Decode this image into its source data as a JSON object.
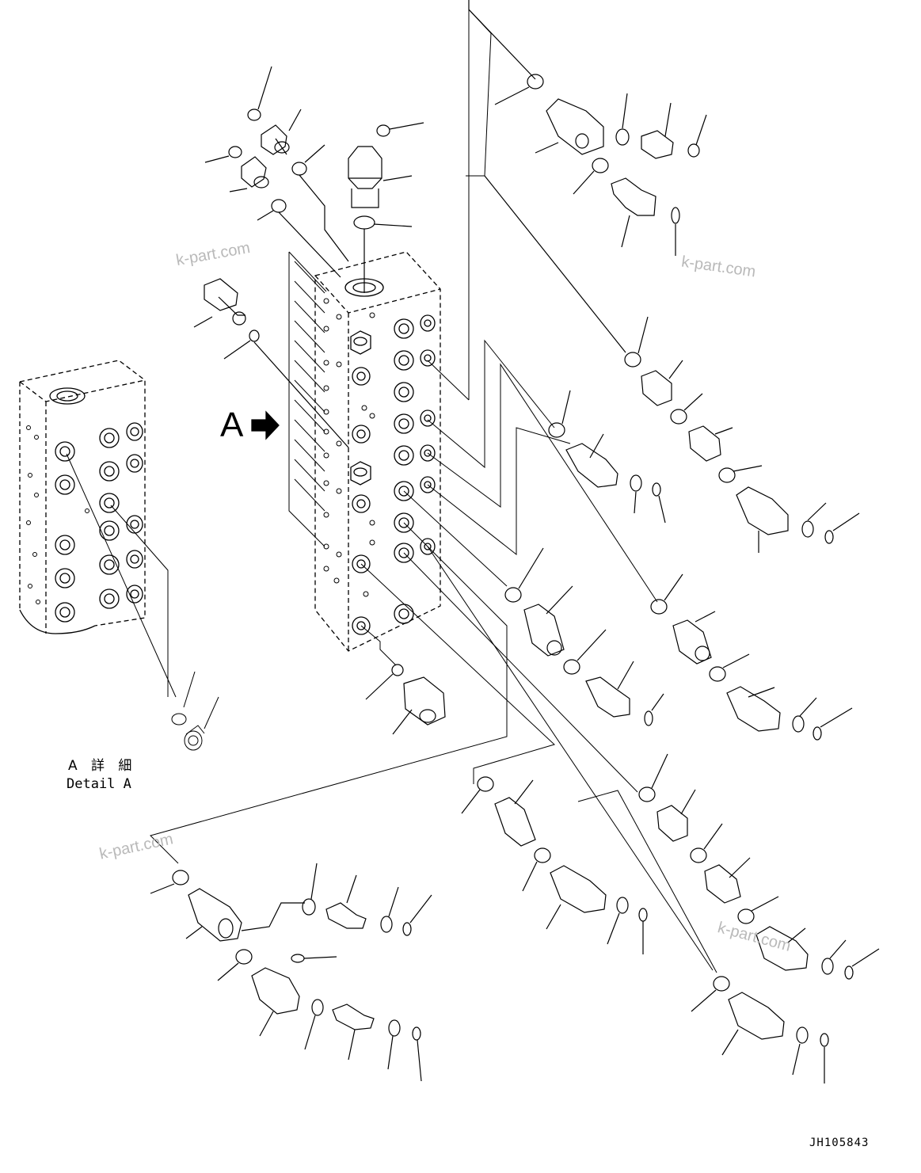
{
  "labels": {
    "view_marker": "A",
    "detail_title_jp": "A 詳 細",
    "detail_title_en": "Detail A",
    "drawing_number": "JH105843"
  },
  "watermarks": [
    {
      "text": "k-part.com"
    },
    {
      "text": "k-part.com"
    },
    {
      "text": "k-part.com"
    },
    {
      "text": "k-part.com"
    }
  ],
  "colors": {
    "line": "#000000",
    "watermark": "#b9b9b9",
    "background": "#ffffff"
  }
}
